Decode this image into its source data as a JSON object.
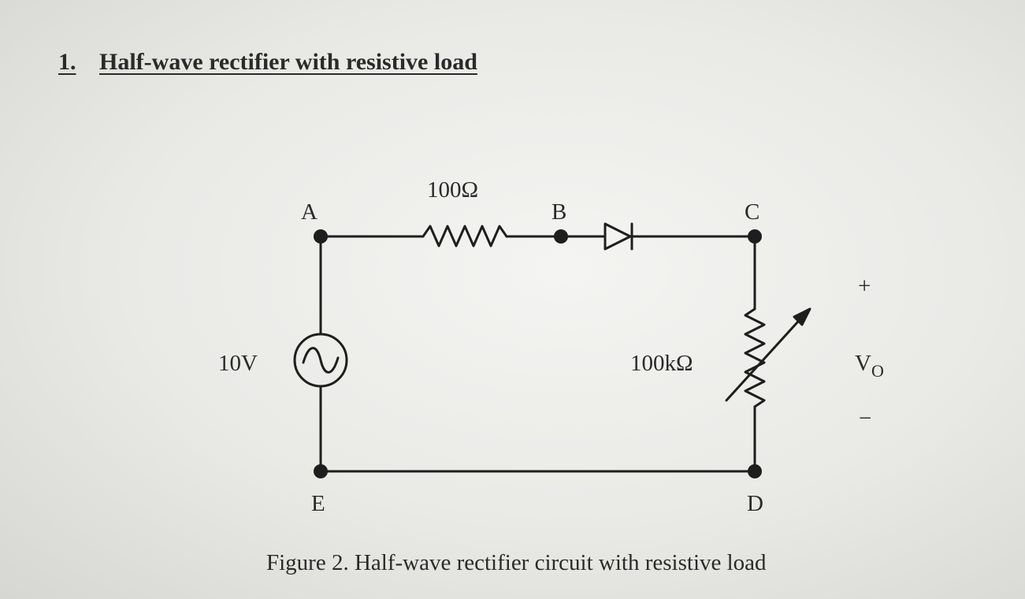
{
  "heading": {
    "number": "1.",
    "title": "Half-wave rectifier with resistive load"
  },
  "circuit": {
    "nodes": {
      "a": "A",
      "b": "B",
      "c": "C",
      "d": "D",
      "e": "E"
    },
    "source_label": "10V",
    "series_resistor_label": "100Ω",
    "load_resistor_label": "100kΩ",
    "output": {
      "plus": "+",
      "label": "V",
      "subscript": "O",
      "minus": "−"
    }
  },
  "caption": "Figure 2. Half-wave rectifier circuit with resistive load"
}
